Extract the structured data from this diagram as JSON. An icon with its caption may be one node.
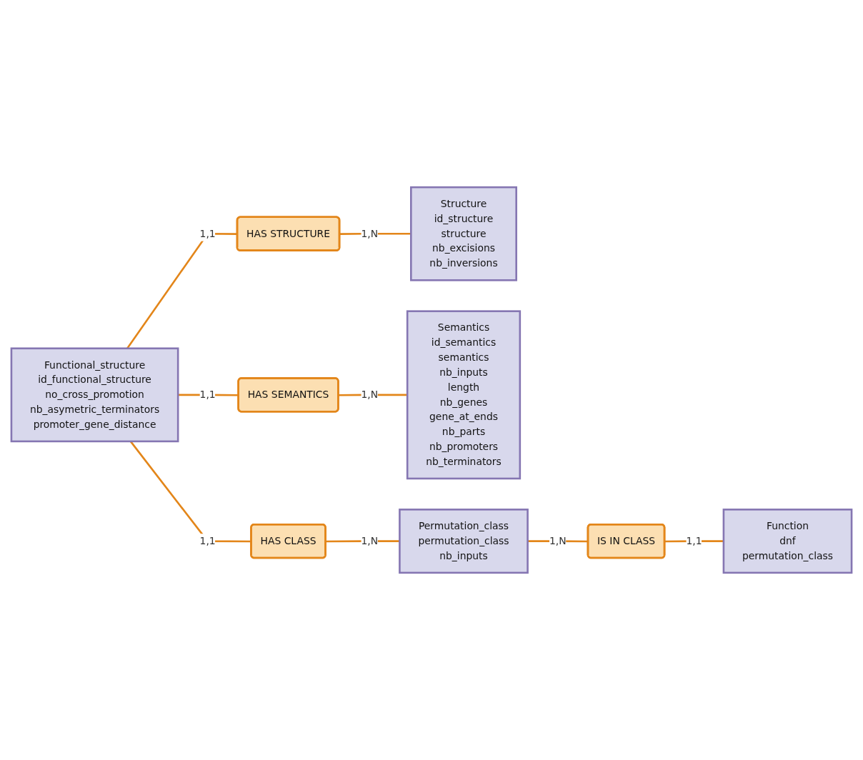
{
  "diagram": {
    "nodes": [
      {
        "text": [
          "Functional_structure",
          "id_functional_structure",
          "no_cross_promotion",
          "nb_asymetric_terminators",
          "promoter_gene_distance"
        ]
      },
      {
        "text": [
          "HAS STRUCTURE"
        ]
      },
      {
        "text": [
          "Structure",
          "id_structure",
          "structure",
          "nb_excisions",
          "nb_inversions"
        ]
      },
      {
        "text": [
          "Semantics",
          "id_semantics",
          "semantics",
          "nb_inputs",
          "length",
          "nb_genes",
          "gene_at_ends",
          "nb_parts",
          "nb_promoters",
          "nb_terminators"
        ]
      },
      {
        "text": [
          "HAS CLASS"
        ]
      },
      {
        "text": [
          "HAS SEMANTICS"
        ]
      },
      {
        "text": [
          "Permutation_class",
          "permutation_class",
          "nb_inputs"
        ]
      },
      {
        "text": [
          "IS IN CLASS"
        ]
      },
      {
        "text": [
          "Function",
          "dnf",
          "permutation_class"
        ]
      }
    ],
    "edges": [
      {
        "from": 0,
        "to": 1,
        "arrow": "none",
        "label": "1,1"
      },
      {
        "from": 1,
        "to": 2,
        "arrow": "none",
        "label": "1,N"
      },
      {
        "from": 0,
        "to": 4,
        "arrow": "none",
        "label": "1,1"
      },
      {
        "from": 0,
        "to": 5,
        "arrow": "none",
        "label": "1,1"
      },
      {
        "from": 5,
        "to": 3,
        "arrow": "none",
        "label": "1,N"
      },
      {
        "from": 4,
        "to": 6,
        "arrow": "none",
        "label": "1,N"
      },
      {
        "from": 6,
        "to": 7,
        "arrow": "none",
        "label": "1,N"
      },
      {
        "from": 7,
        "to": 8,
        "arrow": "none",
        "label": "1,1"
      }
    ]
  }
}
